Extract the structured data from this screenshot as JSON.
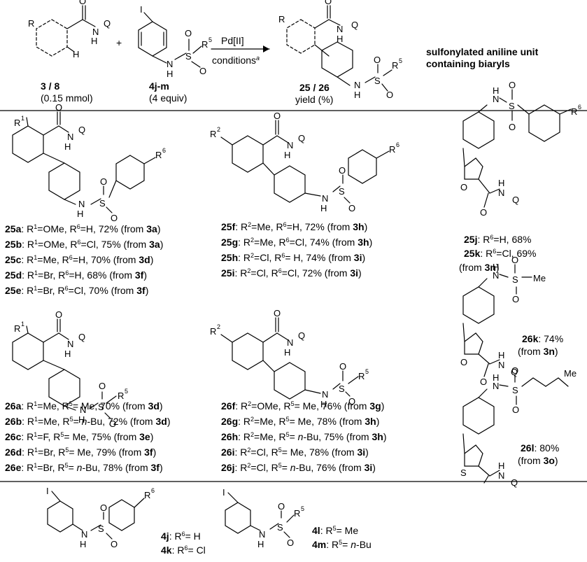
{
  "header": {
    "reagent1_label": "3 / 8",
    "reagent1_amount": "(0.15 mmol)",
    "reagent2_label": "4j-m",
    "reagent2_amount": "(4 equiv)",
    "catalyst": "Pd[II]",
    "conditions": "conditions",
    "conditions_note": "a",
    "product_label": "25 / 26",
    "product_yield": "yield (%)",
    "class_line1": "sulfonylated aniline unit",
    "class_line2": "containing biaryls"
  },
  "atoms": {
    "R": "R",
    "R1": "R",
    "R2": "R",
    "R5": "R",
    "R6": "R",
    "sup1": "1",
    "sup2": "2",
    "sup5": "5",
    "sup6": "6",
    "O": "O",
    "N": "N",
    "H": "H",
    "Q": "Q",
    "S": "S",
    "I": "I",
    "Me": "Me",
    "plus": "+"
  },
  "entries_25a_e": [
    {
      "id": "25a",
      "r": "R",
      "s1": "1",
      "v1": "=OMe, R",
      "s2": "6",
      "v2": "=H, 72% (from ",
      "src": "3a",
      ")": ")"
    },
    {
      "id": "25b",
      "r": "R",
      "s1": "1",
      "v1": "=OMe, R",
      "s2": "6",
      "v2": "=Cl, 75% (from ",
      "src": "3a",
      ")": ")"
    },
    {
      "id": "25c",
      "r": "R",
      "s1": "1",
      "v1": "=Me, R",
      "s2": "6",
      "v2": "=H, 70% (from ",
      "src": "3d",
      ")": ")"
    },
    {
      "id": "25d",
      "r": "R",
      "s1": "1",
      "v1": "=Br, R",
      "s2": "6",
      "v2": "=H, 68% (from ",
      "src": "3f",
      ")": ")"
    },
    {
      "id": "25e",
      "r": "R",
      "s1": "1",
      "v1": "=Br, R",
      "s2": "6",
      "v2": "=Cl, 70% (from ",
      "src": "3f",
      ")": ")"
    }
  ],
  "entries_25f_i": [
    {
      "id": "25f",
      "r": "R",
      "s1": "2",
      "v1": "=Me, R",
      "s2": "6",
      "v2": "=H, 72% (from ",
      "src": "3h",
      ")": ")"
    },
    {
      "id": "25g",
      "r": "R",
      "s1": "2",
      "v1": "=Me, R",
      "s2": "6",
      "v2": "=Cl, 74% (from ",
      "src": "3h",
      ")": ")"
    },
    {
      "id": "25h",
      "r": "R",
      "s1": "2",
      "v1": "=Cl, R",
      "s2": "6",
      "v2": "= H, 74% (from ",
      "src": "3i",
      ")": ")"
    },
    {
      "id": "25i",
      "r": "R",
      "s1": "2",
      "v1": "=Cl, R",
      "s2": "6",
      "v2": "=Cl, 72% (from ",
      "src": "3i",
      ")": ")"
    }
  ],
  "entries_25jk": [
    {
      "id": "25j",
      "r": "R",
      "s1": "6",
      "v1": "=H, 68%"
    },
    {
      "id": "25k",
      "r": "R",
      "s1": "6",
      "v1": "=Cl, 69%"
    }
  ],
  "from_25k": {
    "pre": "(from ",
    "src": "3n",
    "post": ")"
  },
  "entries_26a_e": [
    {
      "id": "26a",
      "r": "R",
      "s1": "1",
      "v1": "=Me, R",
      "s2": "5",
      "v2": "= Me, 70% (from ",
      "src": "3d",
      ")": ")"
    },
    {
      "id": "26b",
      "r": "R",
      "s1": "1",
      "v1": "=Me, R",
      "s2": "5",
      "v2": "= ",
      "it": "n",
      "v3": "-Bu, 72% (from ",
      "src": "3d",
      ")": ")"
    },
    {
      "id": "26c",
      "r": "R",
      "s1": "1",
      "v1": "=F, R",
      "s2": "5",
      "v2": "= Me, 75% (from ",
      "src": "3e",
      ")": ")"
    },
    {
      "id": "26d",
      "r": "R",
      "s1": "1",
      "v1": "=Br, R",
      "s2": "5",
      "v2": "= Me, 79% (from ",
      "src": "3f",
      ")": ")"
    },
    {
      "id": "26e",
      "r": "R",
      "s1": "1",
      "v1": "=Br, R",
      "s2": "5",
      "v2": "= ",
      "it": "n",
      "v3": "-Bu, 78% (from ",
      "src": "3f",
      ")": ")"
    }
  ],
  "entries_26f_j": [
    {
      "id": "26f",
      "r": "R",
      "s1": "2",
      "v1": "=OMe, R",
      "s2": "5",
      "v2": "= Me, 76% (from ",
      "src": "3g",
      ")": ")"
    },
    {
      "id": "26g",
      "r": "R",
      "s1": "2",
      "v1": "=Me, R",
      "s2": "5",
      "v2": "= Me, 78%  (from ",
      "src": "3h",
      ")": ")"
    },
    {
      "id": "26h",
      "r": "R",
      "s1": "2",
      "v1": "=Me, R",
      "s2": "5",
      "v2": "= ",
      "it": "n",
      "v3": "-Bu, 75% (from ",
      "src": "3h",
      ")": ")"
    },
    {
      "id": "26i",
      "r": "R",
      "s1": "2",
      "v1": "=Cl, R",
      "s2": "5",
      "v2": "= Me, 78% (from ",
      "src": "3i",
      ")": ")"
    },
    {
      "id": "26j",
      "r": "R",
      "s1": "2",
      "v1": "=Cl, R",
      "s2": "5",
      "v2": "= ",
      "it": "n",
      "v3": "-Bu, 76% (from ",
      "src": "3i",
      ")": ")"
    }
  ],
  "entry_26k": {
    "id": "26k",
    "v1": ": 74%",
    "pre": "(from ",
    "src": "3n",
    "post": ")"
  },
  "entry_26l": {
    "id": "26l",
    "v1": ": 80%",
    "pre": "(from ",
    "src": "3o",
    "post": ")"
  },
  "reagents_bottom": [
    {
      "id": "4j",
      "r": "R",
      "s1": "6",
      "v1": "= H"
    },
    {
      "id": "4k",
      "r": "R",
      "s1": "6",
      "v1": "= Cl"
    },
    {
      "id": "4l",
      "r": "R",
      "s1": "5",
      "v1": "= Me"
    },
    {
      "id": "4m",
      "r": "R",
      "s1": "5",
      "v1": "= ",
      "it": "n",
      "v2": "-Bu"
    }
  ]
}
